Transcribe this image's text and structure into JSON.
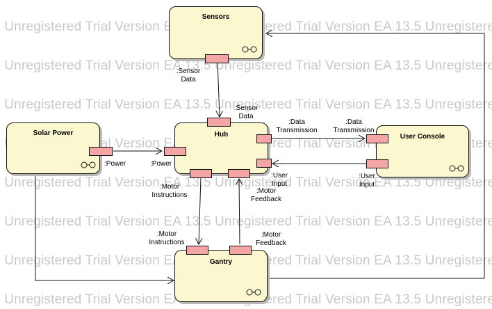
{
  "watermark": "EA 13.5 Unregistered Trial Version",
  "nodes": {
    "sensors": "Sensors",
    "hub": "Hub",
    "solar": "Solar Power",
    "console": "User Console",
    "gantry": "Gantry"
  },
  "labels": {
    "sensor_data_out": [
      ":Sensor",
      "Data"
    ],
    "sensor_data_in": [
      ":Sensor",
      "Data"
    ],
    "power_out": ":Power",
    "power_in": ":Power",
    "data_tx_hub": [
      ":Data",
      "Transmission"
    ],
    "data_tx_console": [
      ":Data",
      "Transmission"
    ],
    "user_input_hub": [
      ":User",
      "Input"
    ],
    "user_input_console": [
      ":User",
      "Input"
    ],
    "motor_instr_hub": [
      ":Motor",
      "Instructions"
    ],
    "motor_fb_hub": [
      ":Motor",
      "Feedback"
    ],
    "motor_instr_gantry": [
      ":Motor",
      "Instructions"
    ],
    "motor_fb_gantry": [
      ":Motor",
      "Feedback"
    ]
  }
}
